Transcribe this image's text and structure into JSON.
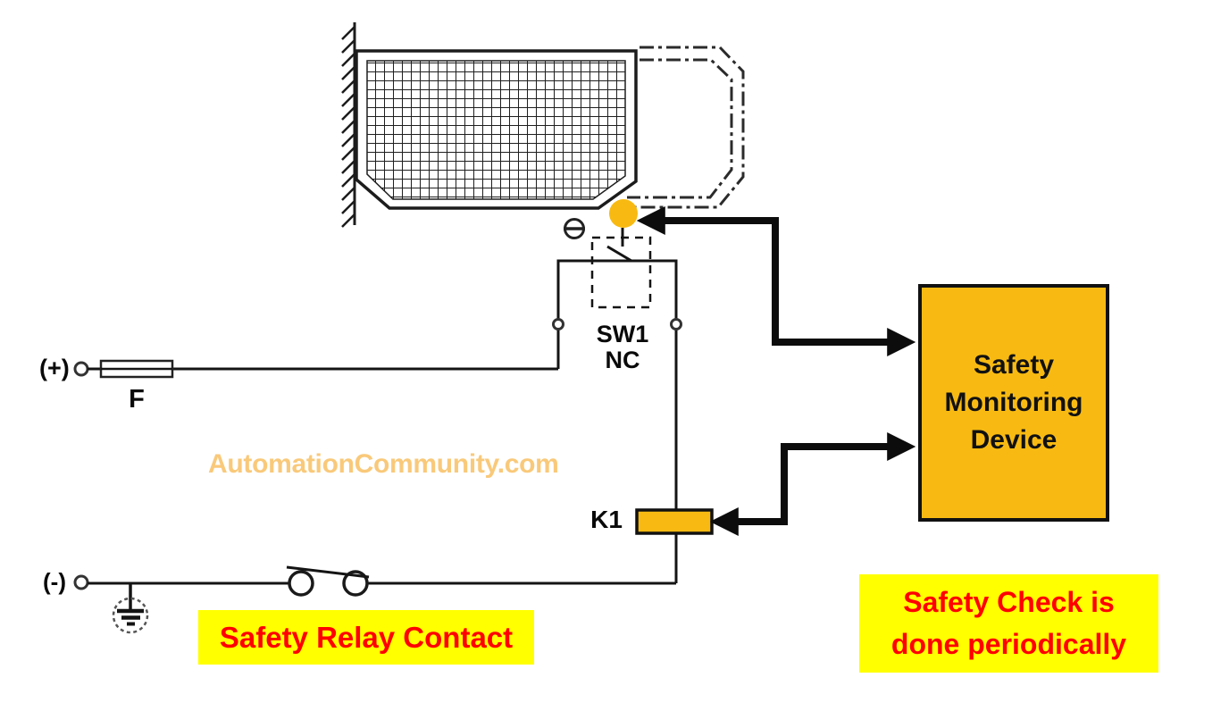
{
  "power": {
    "positive_label": "(+)",
    "negative_label": "(-)",
    "fuse_label": "F"
  },
  "switch": {
    "name": "SW1",
    "contact_type": "NC"
  },
  "relay": {
    "coil_label": "K1"
  },
  "device": {
    "title_lines": [
      "Safety",
      "Monitoring",
      "Device"
    ]
  },
  "notes": {
    "relay_contact": "Safety Relay Contact",
    "safety_check_lines": [
      "Safety Check is",
      "done periodically"
    ]
  },
  "watermark": {
    "text": "AutomationCommunity.com"
  },
  "colors": {
    "amber": "#F8BA12",
    "highlightBg": "#FFFF00",
    "highlightText": "#FF0000",
    "watermark": "#F9C97A"
  }
}
